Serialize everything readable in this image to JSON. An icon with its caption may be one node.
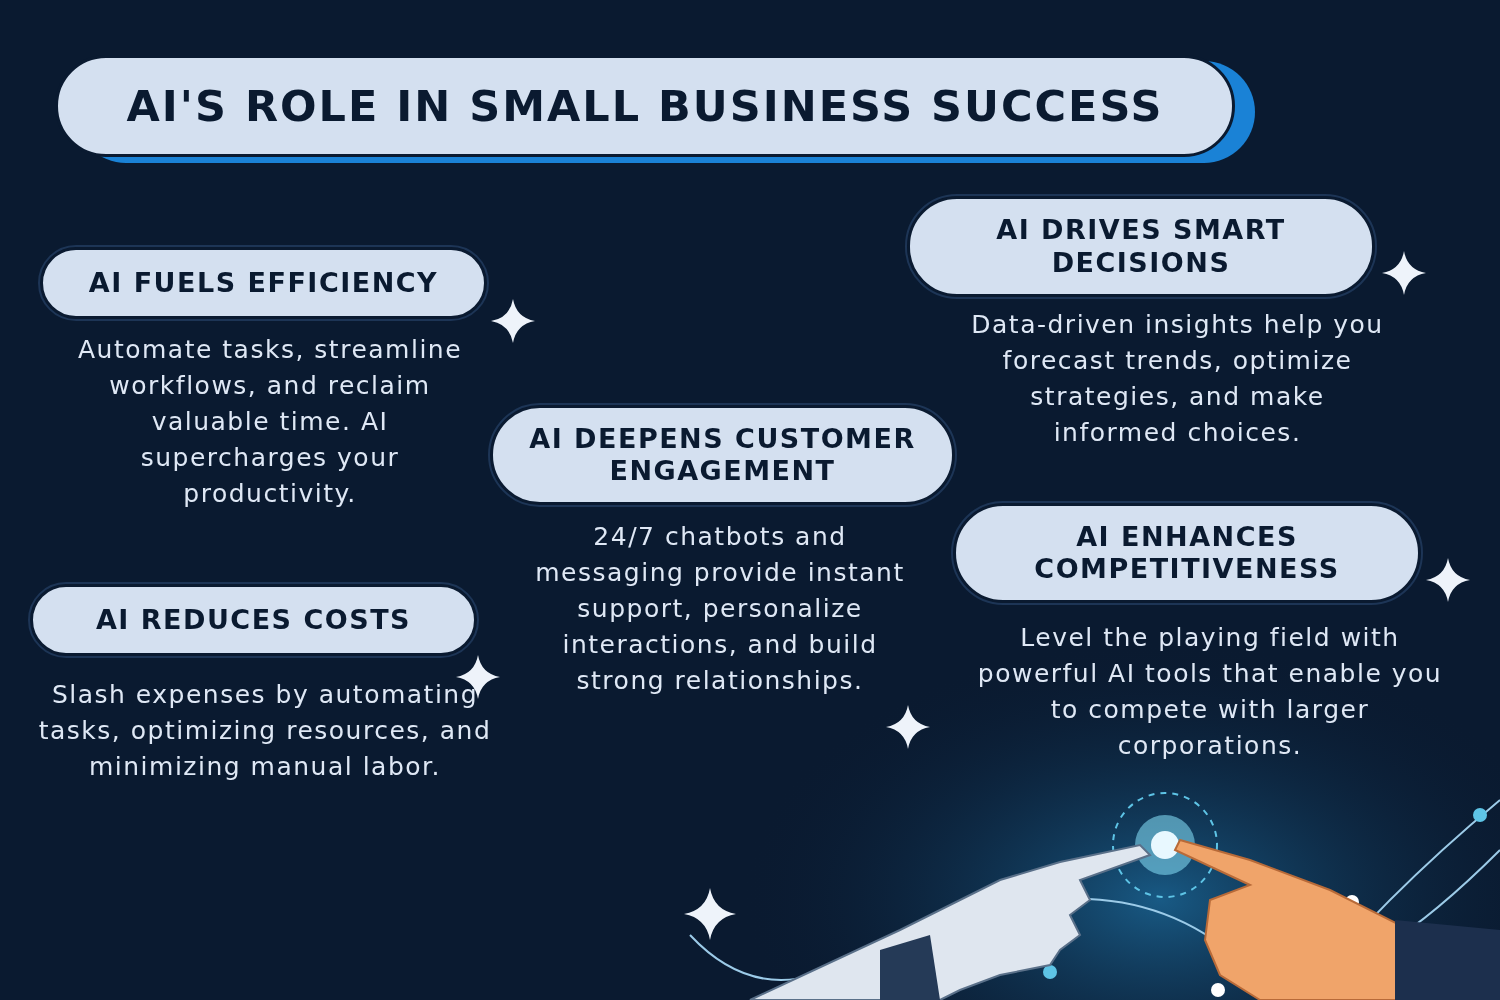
{
  "diagram": {
    "title": "AI'S ROLE IN SMALL BUSINESS SUCCESS",
    "nodes": [
      {
        "text": [
          "AI FUELS EFFICIENCY"
        ],
        "beside": [
          "Automate tasks, streamline workflows, and reclaim valuable time. AI supercharges your productivity."
        ]
      },
      {
        "text": [
          "AI REDUCES COSTS"
        ],
        "beside": [
          "Slash expenses by automating tasks, optimizing resources, and minimizing manual labor."
        ]
      },
      {
        "text": [
          "AI DEEPENS CUSTOMER ENGAGEMENT"
        ],
        "beside": [
          "24/7 chatbots and messaging provide instant support, personalize interactions, and build strong relationships."
        ]
      },
      {
        "text": [
          "AI DRIVES SMART DECISIONS"
        ],
        "beside": [
          "Data-driven insights help you forecast trends, optimize strategies, and make informed choices."
        ]
      },
      {
        "text": [
          "AI ENHANCES COMPETITIVENESS"
        ],
        "beside": [
          "Level the playing field with powerful AI tools that enable you to compete with larger corporations."
        ]
      }
    ]
  }
}
